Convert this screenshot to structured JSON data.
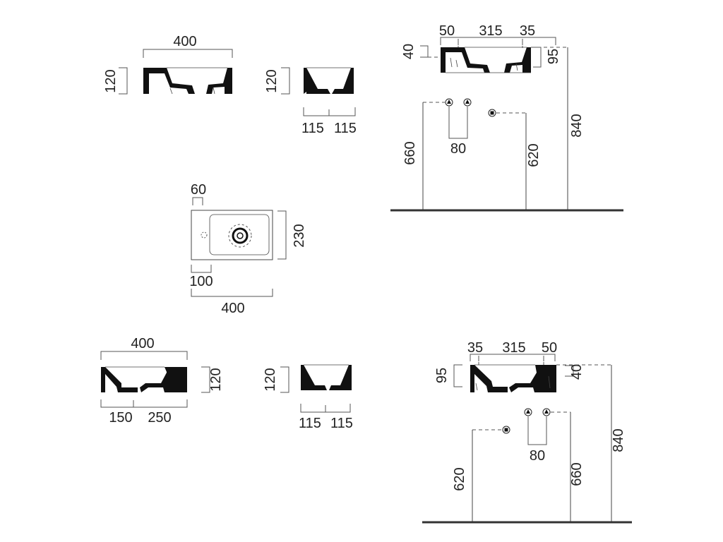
{
  "view_top_left": {
    "width": "400",
    "height": "120",
    "side_height": "120",
    "side_left": "115",
    "side_right": "115"
  },
  "plan_view": {
    "tap_offset": "60",
    "depth": "230",
    "tap_distance": "100",
    "width": "400"
  },
  "view_bottom_left": {
    "width": "400",
    "height": "120",
    "split_left": "150",
    "split_right": "250",
    "side_height": "120",
    "side_left": "115",
    "side_right": "115"
  },
  "install_top_right": {
    "rim_left": "50",
    "basin": "315",
    "rim_right": "35",
    "rim_height_left": "40",
    "depth_right": "95",
    "supply_height": "660",
    "supply_spacing": "80",
    "waste_height": "620",
    "total_height": "840"
  },
  "install_bottom_right": {
    "rim_left": "35",
    "basin": "315",
    "rim_right": "50",
    "depth_left": "95",
    "rim_height_right": "40",
    "waste_height": "620",
    "supply_spacing": "80",
    "supply_height": "660",
    "total_height": "840"
  },
  "colors": {
    "section_fill": "#111111",
    "lines": "#555555",
    "floor": "#333333"
  }
}
